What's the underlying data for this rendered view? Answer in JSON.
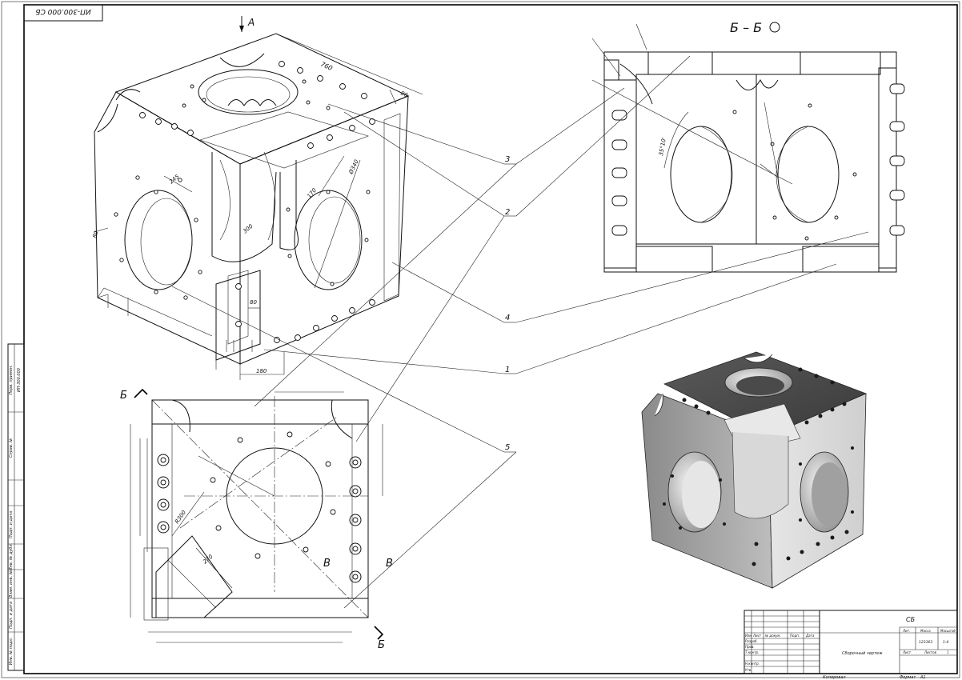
{
  "drawing": {
    "doc_code_mirrored": "ИП-300.000 СБ",
    "view_label_a": "А",
    "section_title": "Б – Б",
    "section_label_b": "Б",
    "section_label_v": "В",
    "leaders": [
      "3",
      "2",
      "4",
      "1",
      "5"
    ],
    "dims_iso": [
      "760",
      "80",
      "Ø340",
      "245",
      "170",
      "300",
      "80",
      "180",
      "80"
    ],
    "dims_plan": [
      "R300",
      "270"
    ],
    "angle_label": "35°10'"
  },
  "side_stamp": {
    "cells": [
      "Инв. № подл.",
      "Подп. и дата",
      "Взам. инв. №",
      "Инв. № дубл.",
      "Подп. и дата",
      "Справ. №",
      "Перв. примен.",
      "ИП-300.000"
    ]
  },
  "title_block": {
    "designation": "СБ",
    "name": "Сборочный чертеж",
    "lit_header": "Лит.",
    "mass_header": "Масса",
    "scale_header": "Масштаб",
    "mass_value": "123363",
    "scale_value": "1:4",
    "sheet_label": "Лист",
    "sheets_label": "Листов",
    "sheets_value": "1",
    "roles": [
      "Разраб.",
      "Пров.",
      "Т.контр.",
      "",
      "Н.контр.",
      "Утв."
    ],
    "col_headers": [
      "Изм",
      "Лист",
      "№ докум.",
      "Подп.",
      "Дата"
    ],
    "copied_label": "Копировал",
    "format_label": "Формат",
    "format_value": "А1"
  }
}
